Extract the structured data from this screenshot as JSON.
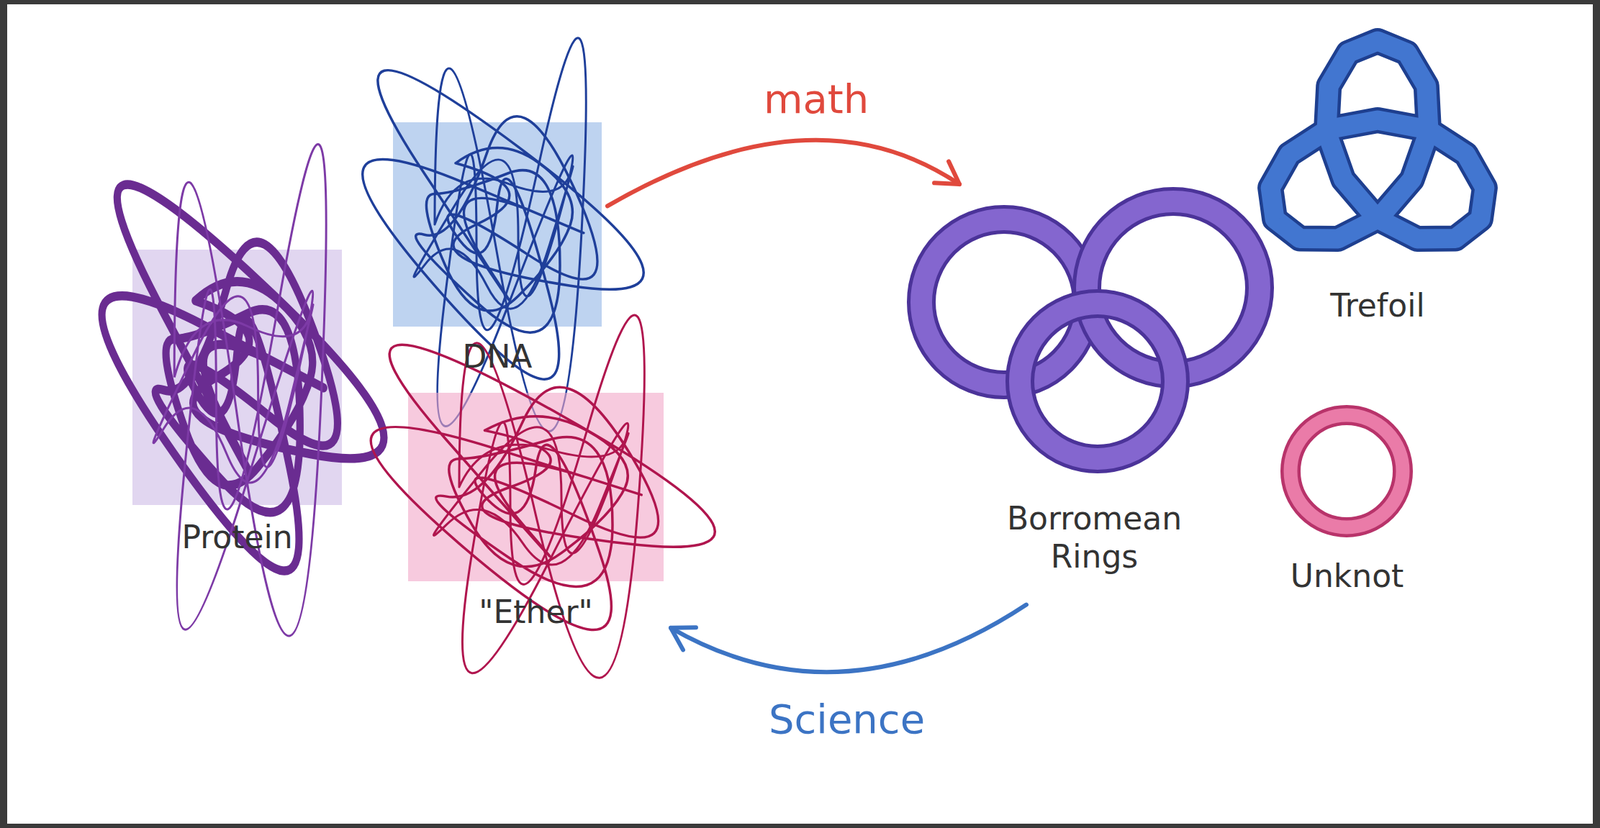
{
  "diagram": {
    "nodes": [
      {
        "text": [
          "Protein"
        ]
      },
      {
        "text": [
          "DNA"
        ]
      },
      {
        "text": [
          "\"Ether\""
        ]
      },
      {
        "text": [
          "Borromean Rings"
        ]
      },
      {
        "text": [
          "Trefoil"
        ]
      },
      {
        "text": [
          "Unknot"
        ]
      }
    ],
    "edges": [
      {
        "from": 1,
        "to": 3,
        "label": "math",
        "arrow": "to"
      },
      {
        "from": 3,
        "to": 2,
        "label": "Science",
        "arrow": "to"
      }
    ]
  }
}
